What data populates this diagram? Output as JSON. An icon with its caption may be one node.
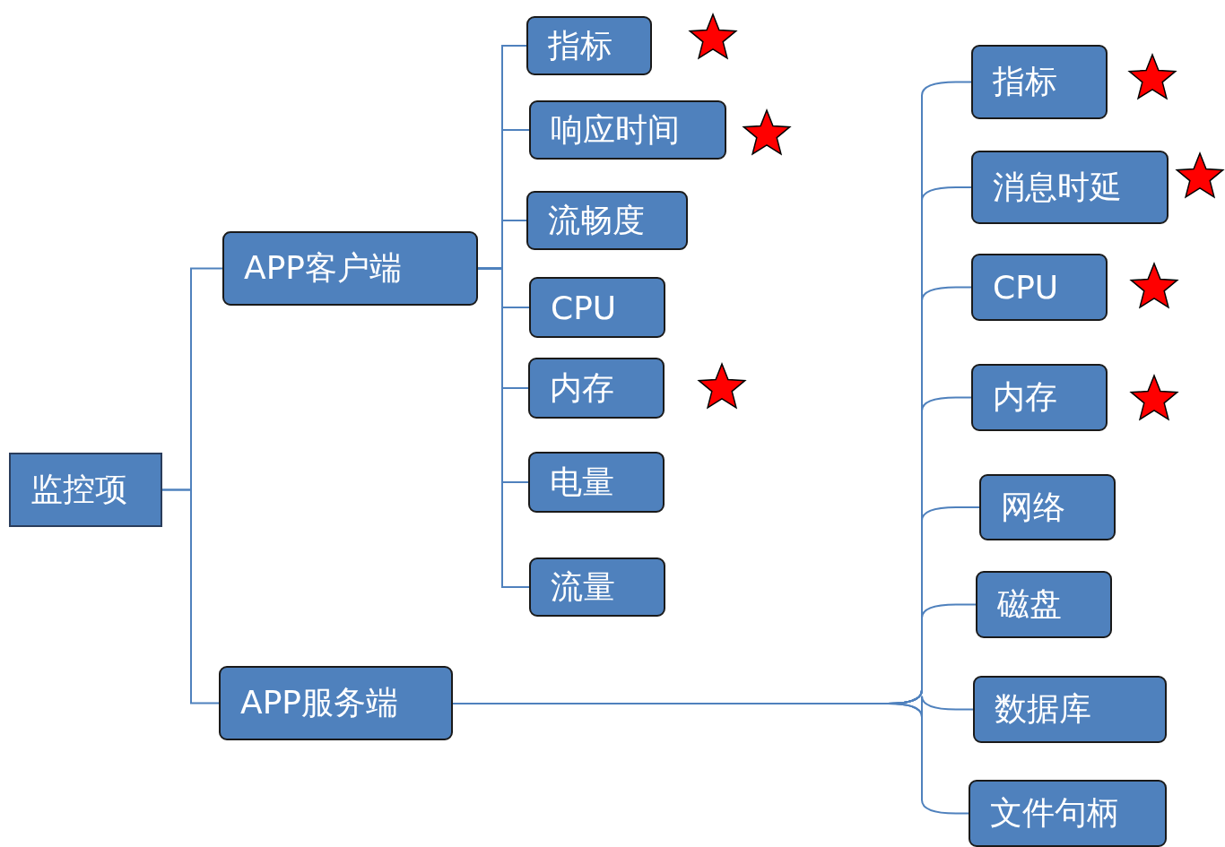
{
  "diagram": {
    "nodes": [
      {
        "text": [
          "监控项"
        ]
      },
      {
        "text": [
          "APP客户端"
        ]
      },
      {
        "text": [
          "APP服务端"
        ]
      },
      {
        "text": [
          "指标"
        ]
      },
      {
        "text": [
          "响应时间"
        ]
      },
      {
        "text": [
          "流畅度"
        ]
      },
      {
        "text": [
          "CPU"
        ]
      },
      {
        "text": [
          "内存"
        ]
      },
      {
        "text": [
          "电量"
        ]
      },
      {
        "text": [
          "流量"
        ]
      },
      {
        "text": [
          "指标"
        ]
      },
      {
        "text": [
          "消息时延"
        ]
      },
      {
        "text": [
          "CPU"
        ]
      },
      {
        "text": [
          "内存"
        ]
      },
      {
        "text": [
          "网络"
        ]
      },
      {
        "text": [
          "磁盘"
        ]
      },
      {
        "text": [
          "数据库"
        ]
      },
      {
        "text": [
          "文件句柄"
        ]
      }
    ],
    "edges": [
      {
        "from": 0,
        "to": 1,
        "arrow": "none"
      },
      {
        "from": 0,
        "to": 2,
        "arrow": "none"
      },
      {
        "from": 1,
        "to": 3,
        "arrow": "none"
      },
      {
        "from": 1,
        "to": 4,
        "arrow": "none"
      },
      {
        "from": 1,
        "to": 5,
        "arrow": "none"
      },
      {
        "from": 1,
        "to": 6,
        "arrow": "none"
      },
      {
        "from": 1,
        "to": 7,
        "arrow": "none"
      },
      {
        "from": 1,
        "to": 8,
        "arrow": "none"
      },
      {
        "from": 1,
        "to": 9,
        "arrow": "none"
      },
      {
        "from": 2,
        "to": 10,
        "arrow": "none"
      },
      {
        "from": 2,
        "to": 11,
        "arrow": "none"
      },
      {
        "from": 2,
        "to": 12,
        "arrow": "none"
      },
      {
        "from": 2,
        "to": 13,
        "arrow": "none"
      },
      {
        "from": 2,
        "to": 14,
        "arrow": "none"
      },
      {
        "from": 2,
        "to": 15,
        "arrow": "none"
      },
      {
        "from": 2,
        "to": 16,
        "arrow": "none"
      },
      {
        "from": 2,
        "to": 17,
        "arrow": "none"
      }
    ]
  }
}
